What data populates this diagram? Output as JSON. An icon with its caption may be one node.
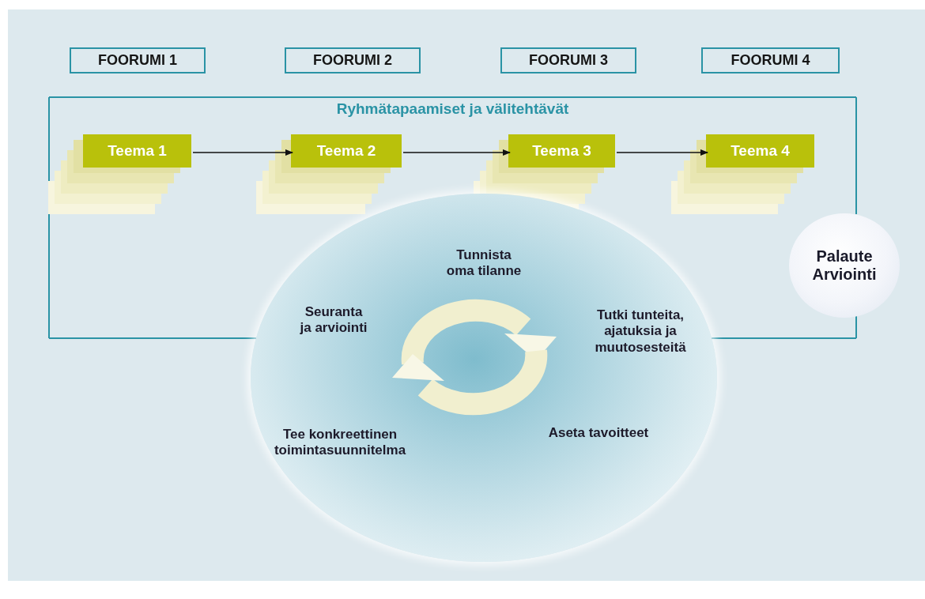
{
  "diagram": {
    "nodes": [
      {
        "text": [
          "FOORUMI 1"
        ]
      },
      {
        "text": [
          "FOORUMI 2"
        ]
      },
      {
        "text": [
          "FOORUMI 3"
        ]
      },
      {
        "text": [
          "FOORUMI 4"
        ]
      },
      {
        "text": [
          "Ryhmätapaamiset ja välitehtävät"
        ]
      },
      {
        "text": [
          "Teema 1"
        ],
        "in": 4
      },
      {
        "text": [
          "Teema 2"
        ],
        "in": 4
      },
      {
        "text": [
          "Teema 3"
        ],
        "in": 4
      },
      {
        "text": [
          "Teema 4"
        ],
        "in": 4
      },
      {
        "text": [
          "Tunnista oma tilanne",
          "Seuranta ja arviointi",
          "Tutki tunteita, ajatuksia ja muutosesteitä",
          "Tee konkreettinen toimintasuunnitelma",
          "Aseta tavoitteet"
        ]
      },
      {
        "text": [
          "Palaute Arviointi"
        ]
      }
    ],
    "edges": [
      {
        "from": 5,
        "to": 6,
        "arrow": "to"
      },
      {
        "from": 6,
        "to": 7,
        "arrow": "to"
      },
      {
        "from": 7,
        "to": 8,
        "arrow": "to"
      }
    ]
  }
}
